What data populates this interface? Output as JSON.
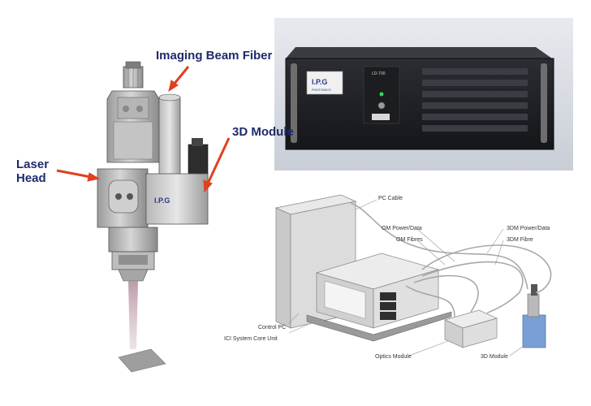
{
  "callouts": {
    "imaging_beam_fiber": "Imaging Beam Fiber",
    "module_3d": "3D Module",
    "laser_head_line1": "Laser",
    "laser_head_line2": "Head"
  },
  "device_labels": {
    "front_model": "LD-700",
    "logo_text": "I.P.G",
    "logo_sub": "PHOTONICS"
  },
  "system_labels": {
    "pc_cable": "PC Cable",
    "om_power_data": "OM Power/Data",
    "om_fibres": "OM Fibres",
    "dm_power_data": "3DM Power/Data",
    "dm_fibre": "3DM Fibre",
    "control_pc": "Control PC",
    "core_unit": "ICI System Core Unit",
    "optics_module": "Optics Module",
    "module_3d": "3D Module"
  },
  "colors": {
    "arrow": "#e0401e",
    "callout_text": "#1f2a6b"
  }
}
